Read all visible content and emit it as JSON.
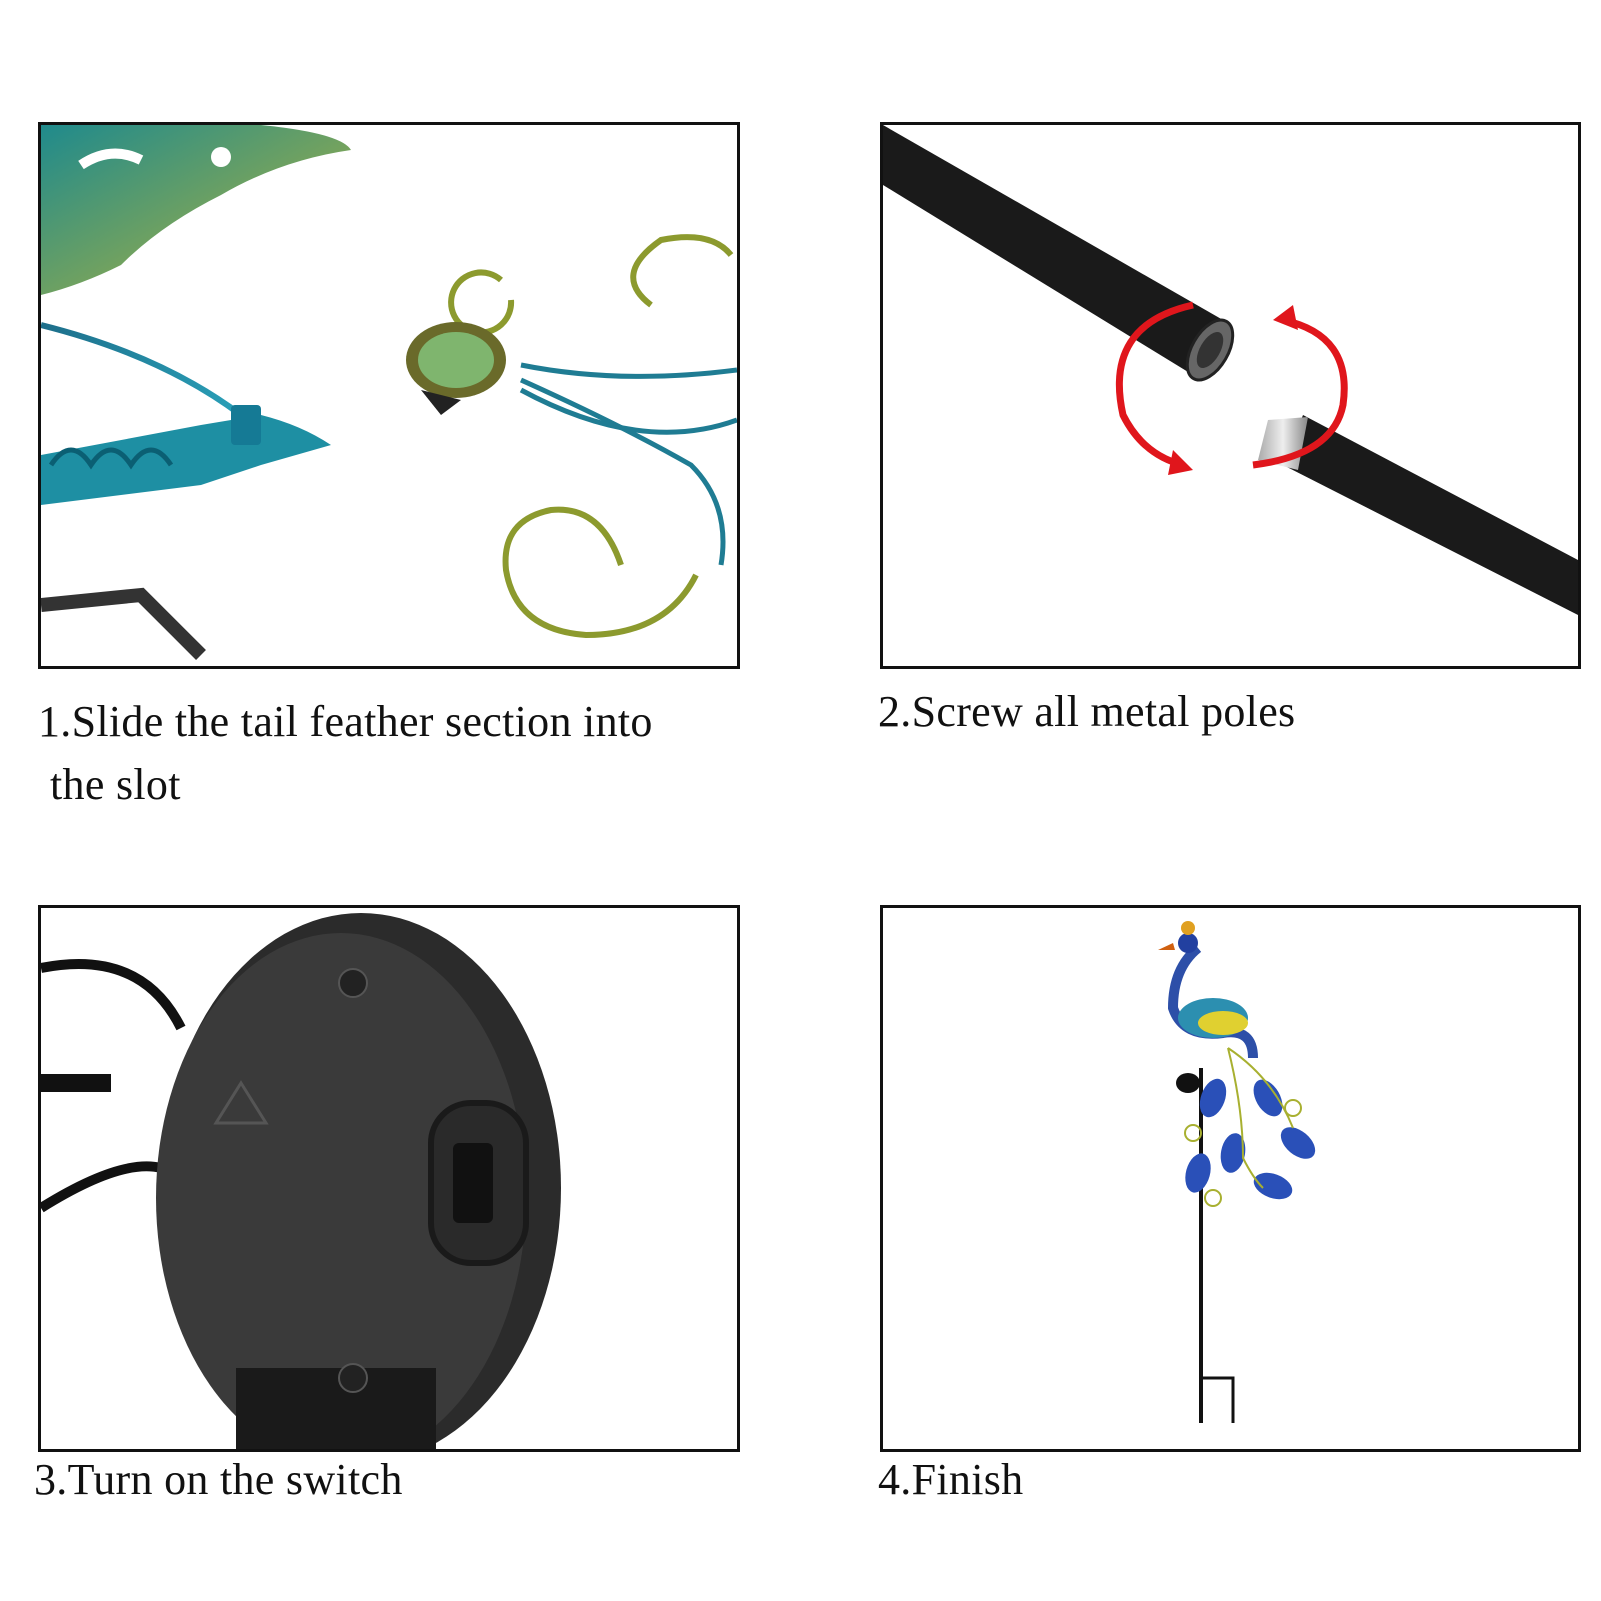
{
  "steps": [
    {
      "caption_line1": "1.Slide the tail feather section into",
      "caption_line2": "the slot",
      "image": "tail-feather-slot-photo"
    },
    {
      "caption": "2.Screw all metal poles",
      "image": "metal-pole-screw-photo"
    },
    {
      "caption": "3.Turn on the switch",
      "image": "solar-switch-photo"
    },
    {
      "caption": "4.Finish",
      "image": "finished-peacock-stake-photo"
    }
  ],
  "colors": {
    "border": "#111111",
    "arrow": "#e0161c",
    "pole": "#1a1a1a"
  }
}
